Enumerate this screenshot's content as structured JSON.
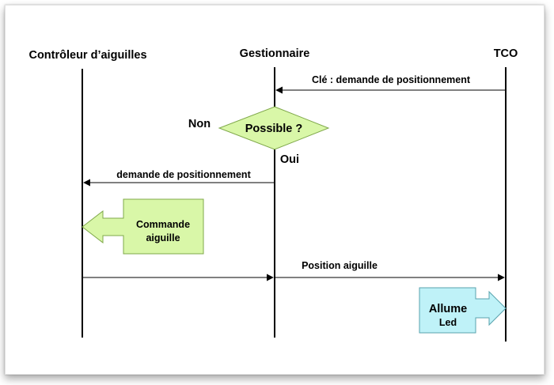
{
  "lifelines": {
    "controller": "Contrôleur d’aiguilles",
    "manager": "Gestionnaire",
    "tco": "TCO"
  },
  "messages": {
    "key_request": "Clé : demande de positionnement",
    "position_request": "demande de positionnement",
    "switch_position": "Position aiguille"
  },
  "decision": {
    "question": "Possible ?",
    "no": "Non",
    "yes": "Oui"
  },
  "actions": {
    "command_line1": "Commande",
    "command_line2": "aiguille",
    "light_line1": "Allume",
    "light_line2": "Led"
  },
  "colors": {
    "green_fill": "#d9f7a8",
    "green_stroke": "#7fa84a",
    "blue_fill": "#bff2f8",
    "blue_stroke": "#5aa3ae"
  }
}
